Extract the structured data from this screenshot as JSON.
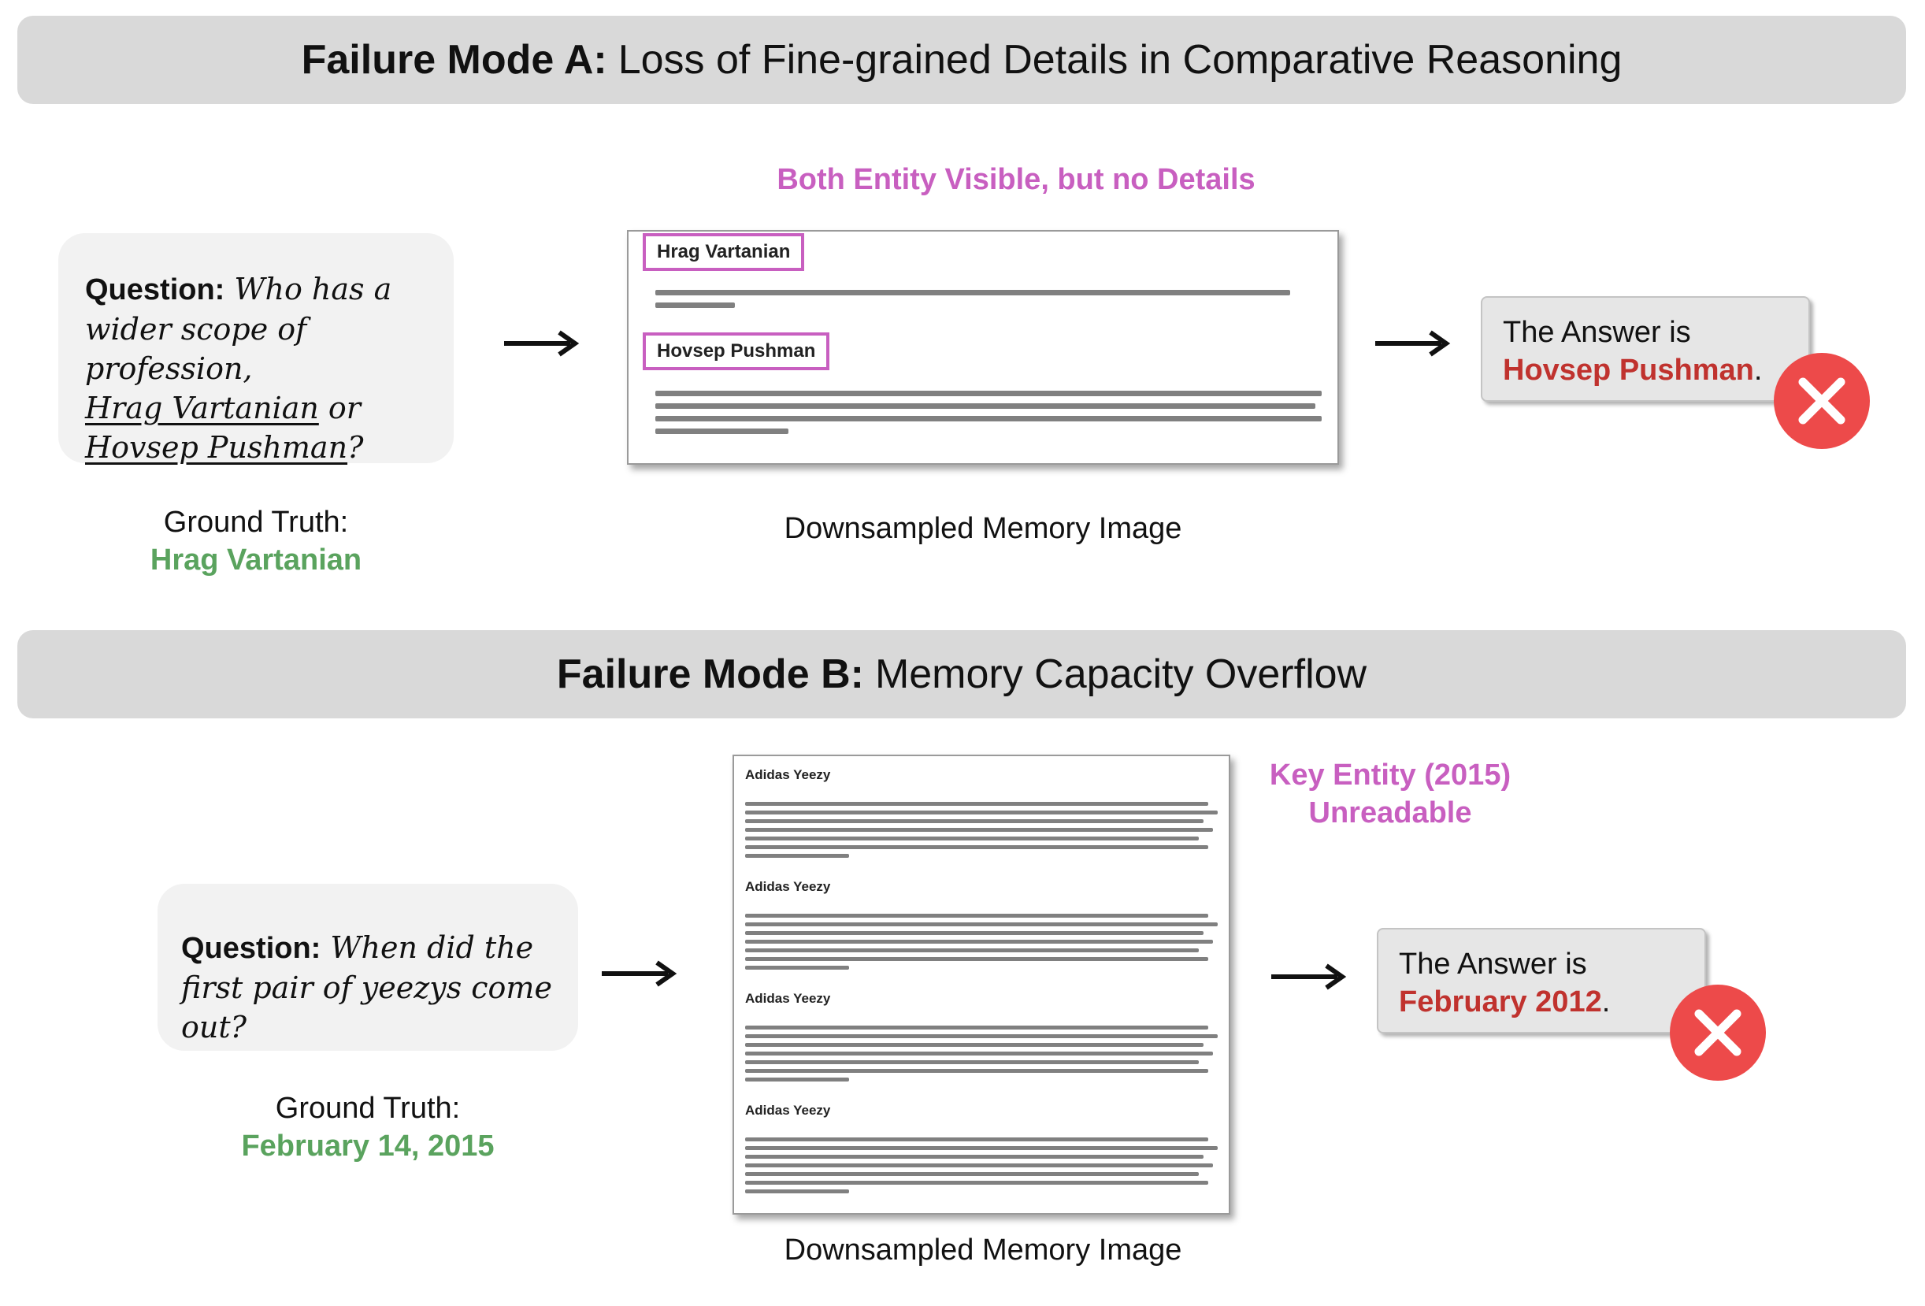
{
  "colors": {
    "entity_highlight": "#c85fc0",
    "ground_truth": "#5aa35e",
    "wrong_answer": "#c0322e",
    "x_mark": "#ed4a4a"
  },
  "mode_a": {
    "banner_bold": "Failure Mode A:",
    "banner_rest": "Loss of Fine-grained Details in Comparative Reasoning",
    "note": "Both Entity Visible, but no Details",
    "question_label": "Question:",
    "question_part1": "Who has a wider scope of profession,",
    "question_entity1": "Hrag Vartanian",
    "question_or": "or",
    "question_entity2": "Hovsep Pushman",
    "question_end": "?",
    "ground_truth_label": "Ground Truth:",
    "ground_truth_value": "Hrag Vartanian",
    "memory_caption": "Downsampled Memory Image",
    "doc_entity1": "Hrag Vartanian",
    "doc_entity2": "Hovsep Pushman",
    "answer_prefix": "The Answer is",
    "answer_value": "Hovsep Pushman",
    "answer_suffix": "."
  },
  "mode_b": {
    "banner_bold": "Failure Mode B:",
    "banner_rest": "Memory Capacity Overflow",
    "note_line1": "Key Entity (2015)",
    "note_line2": "Unreadable",
    "question_label": "Question:",
    "question_line1": "When did the",
    "question_line2": "first pair of yeezys come out?",
    "ground_truth_label": "Ground Truth:",
    "ground_truth_value": "February 14, 2015",
    "memory_caption": "Downsampled Memory Image",
    "doc_sections": [
      "Adidas Yeezy",
      "Adidas Yeezy",
      "Adidas Yeezy",
      "Adidas Yeezy"
    ],
    "answer_prefix": "The Answer is",
    "answer_value": "February 2012",
    "answer_suffix": "."
  }
}
